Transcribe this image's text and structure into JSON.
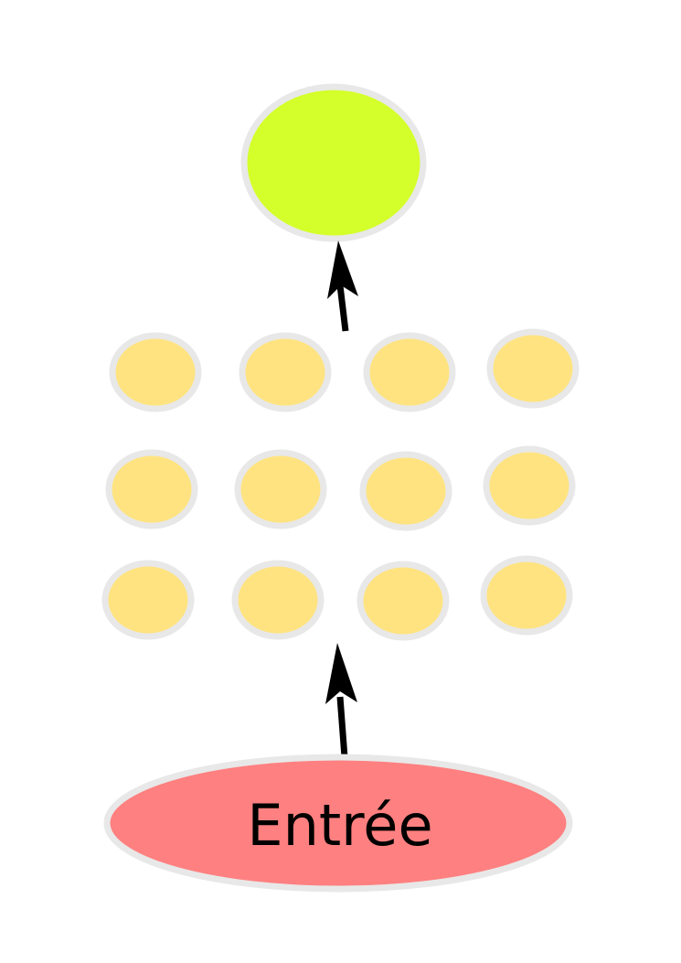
{
  "diagram": {
    "input_node": {
      "label": "Entrée",
      "fill": "#ff8080"
    },
    "hidden_layer": {
      "rows": 3,
      "columns": 4,
      "fill": "#ffe380"
    },
    "output_node": {
      "fill": "#d4ff2a"
    },
    "colors": {
      "node_border": "#e8e8e8",
      "arrow": "#000000",
      "background": "#ffffff"
    }
  }
}
